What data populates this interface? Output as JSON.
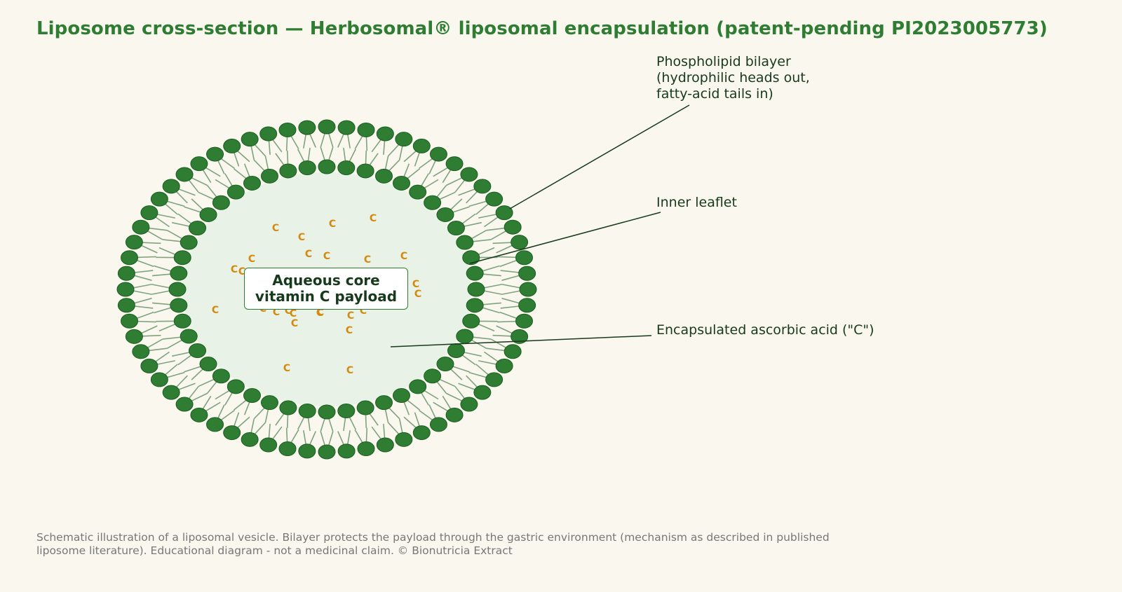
{
  "title": "Liposome cross-section — Herbosomal® liposomal encapsulation (patent-pending PI2023005773)",
  "callouts": {
    "bilayer": [
      "Phospholipid bilayer",
      "(hydrophilic heads out,",
      "fatty-acid tails in)"
    ],
    "inner": "Inner leaflet",
    "payload": "Encapsulated ascorbic acid (\"C\")"
  },
  "core_label": [
    "Aqueous core",
    "vitamin C payload"
  ],
  "molecule_letter": "C",
  "footer": [
    "Schematic illustration of a liposomal vesicle. Bilayer protects the payload through the gastric environment (mechanism as described in published",
    "liposome literature). Educational diagram - not a medicinal claim. © Bionutricia Extract"
  ],
  "colors": {
    "head": "#2e7d32",
    "head_stroke": "#1b5e20",
    "tail": "#7fa37f",
    "core": "#e8f2e6",
    "molecule": "#d48a10",
    "title": "#2e7d32",
    "text": "#173a1c",
    "footer": "#777777",
    "background": "#f9f7ee"
  }
}
